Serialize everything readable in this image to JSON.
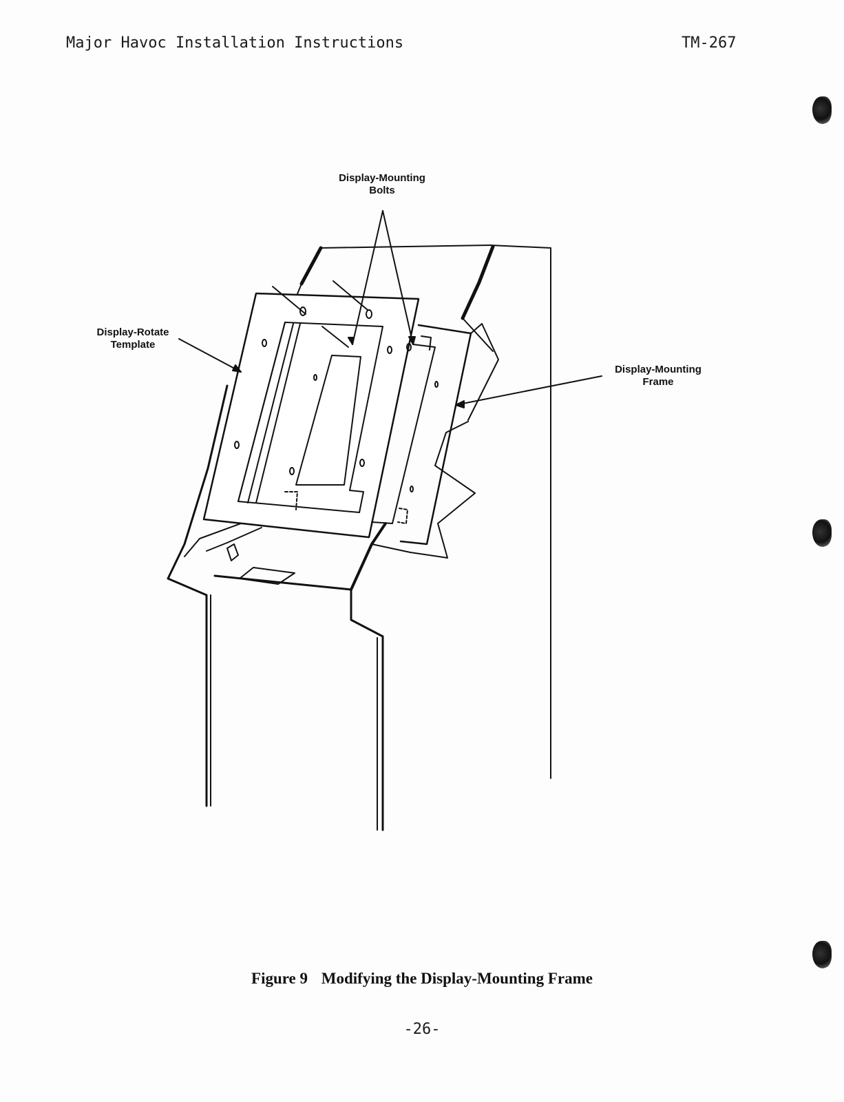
{
  "header": {
    "title": "Major Havoc Installation Instructions",
    "code": "TM-267"
  },
  "figure": {
    "labels": {
      "bolts": [
        "Display-Mounting",
        "Bolts"
      ],
      "template": [
        "Display-Rotate",
        "Template"
      ],
      "frame": [
        "Display-Mounting",
        "Frame"
      ]
    },
    "caption_number": "Figure 9",
    "caption_text": "Modifying the Display-Mounting Frame"
  },
  "footer": {
    "page_number": "-26-"
  }
}
